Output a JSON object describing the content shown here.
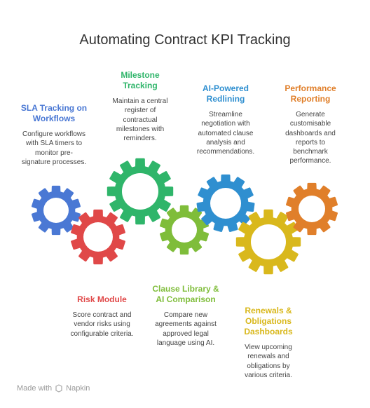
{
  "title": "Automating Contract KPI Tracking",
  "cards": {
    "sla": {
      "heading": "SLA Tracking on\nWorkflows",
      "text": "Configure workflows\nwith SLA timers to\nmonitor pre-\nsignature processes.",
      "color": "#4a78d4"
    },
    "milestone": {
      "heading": "Milestone\nTracking",
      "text": "Maintain a central\nregister of\ncontractual\nmilestones with\nreminders.",
      "color": "#2fb56a"
    },
    "redlining": {
      "heading": "AI-Powered\nRedlining",
      "text": "Streamline\nnegotiation with\nautomated clause\nanalysis and\nrecommendations.",
      "color": "#2f8fd0"
    },
    "performance": {
      "heading": "Performance\nReporting",
      "text": "Generate\ncustomisable\ndashboards and\nreports to\nbenchmark\nperformance.",
      "color": "#e07f2a"
    },
    "risk": {
      "heading": "Risk Module",
      "text": "Score contract and\nvendor risks using\nconfigurable criteria.",
      "color": "#e04848"
    },
    "clause": {
      "heading": "Clause Library &\nAI Comparison",
      "text": "Compare new\nagreements against\napproved legal\nlanguage using AI.",
      "color": "#7fbd3a"
    },
    "renewals": {
      "heading": "Renewals &\nObligations\nDashboards",
      "text": "View upcoming\nrenewals and\nobligations by\nvarious criteria.",
      "color": "#d9b81c"
    }
  },
  "gears": [
    {
      "name": "gear-sla",
      "color": "#4a78d4",
      "teeth": 10
    },
    {
      "name": "gear-risk",
      "color": "#e04848",
      "teeth": 10
    },
    {
      "name": "gear-milestone",
      "color": "#2fb56a",
      "teeth": 12
    },
    {
      "name": "gear-clause",
      "color": "#7fbd3a",
      "teeth": 10
    },
    {
      "name": "gear-redlining",
      "color": "#2f8fd0",
      "teeth": 11
    },
    {
      "name": "gear-renewals",
      "color": "#d9b81c",
      "teeth": 12
    },
    {
      "name": "gear-performance",
      "color": "#e07f2a",
      "teeth": 10
    }
  ],
  "footer": {
    "made_with": "Made with",
    "brand": "Napkin",
    "icon": "napkin-icon"
  }
}
